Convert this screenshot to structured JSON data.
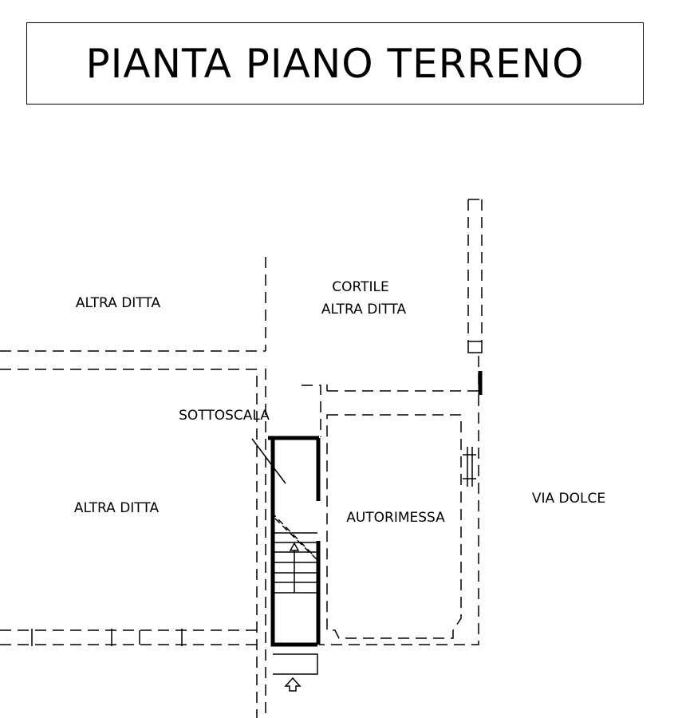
{
  "title": "PIANTA PIANO TERRENO",
  "labels": {
    "altra_ditta_top": "ALTRA DITTA",
    "cortile_line1": "CORTILE",
    "cortile_line2": "ALTRA DITTA",
    "sottoscala": "SOTTOSCALA",
    "altra_ditta_left": "ALTRA DITTA",
    "autorimessa": "AUTORIMESSA",
    "via_dolce": "VIA DOLCE"
  }
}
